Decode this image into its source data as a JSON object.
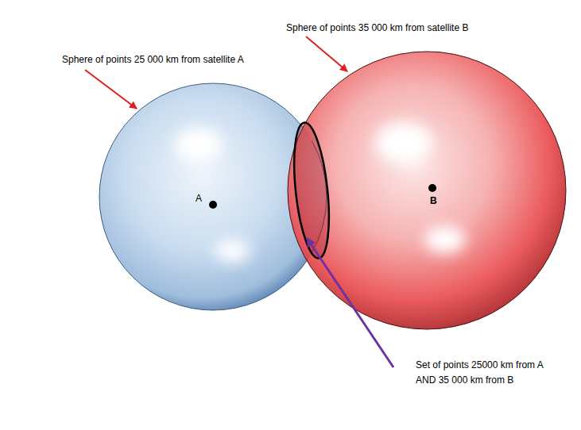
{
  "diagram": {
    "labels": [
      "Sphere of points 35 000 km from satellite B",
      "Sphere of points 25 000 km from satellite A",
      "A",
      "B",
      "Set of points 25000 km from A AND 35 000 km from B"
    ]
  }
}
